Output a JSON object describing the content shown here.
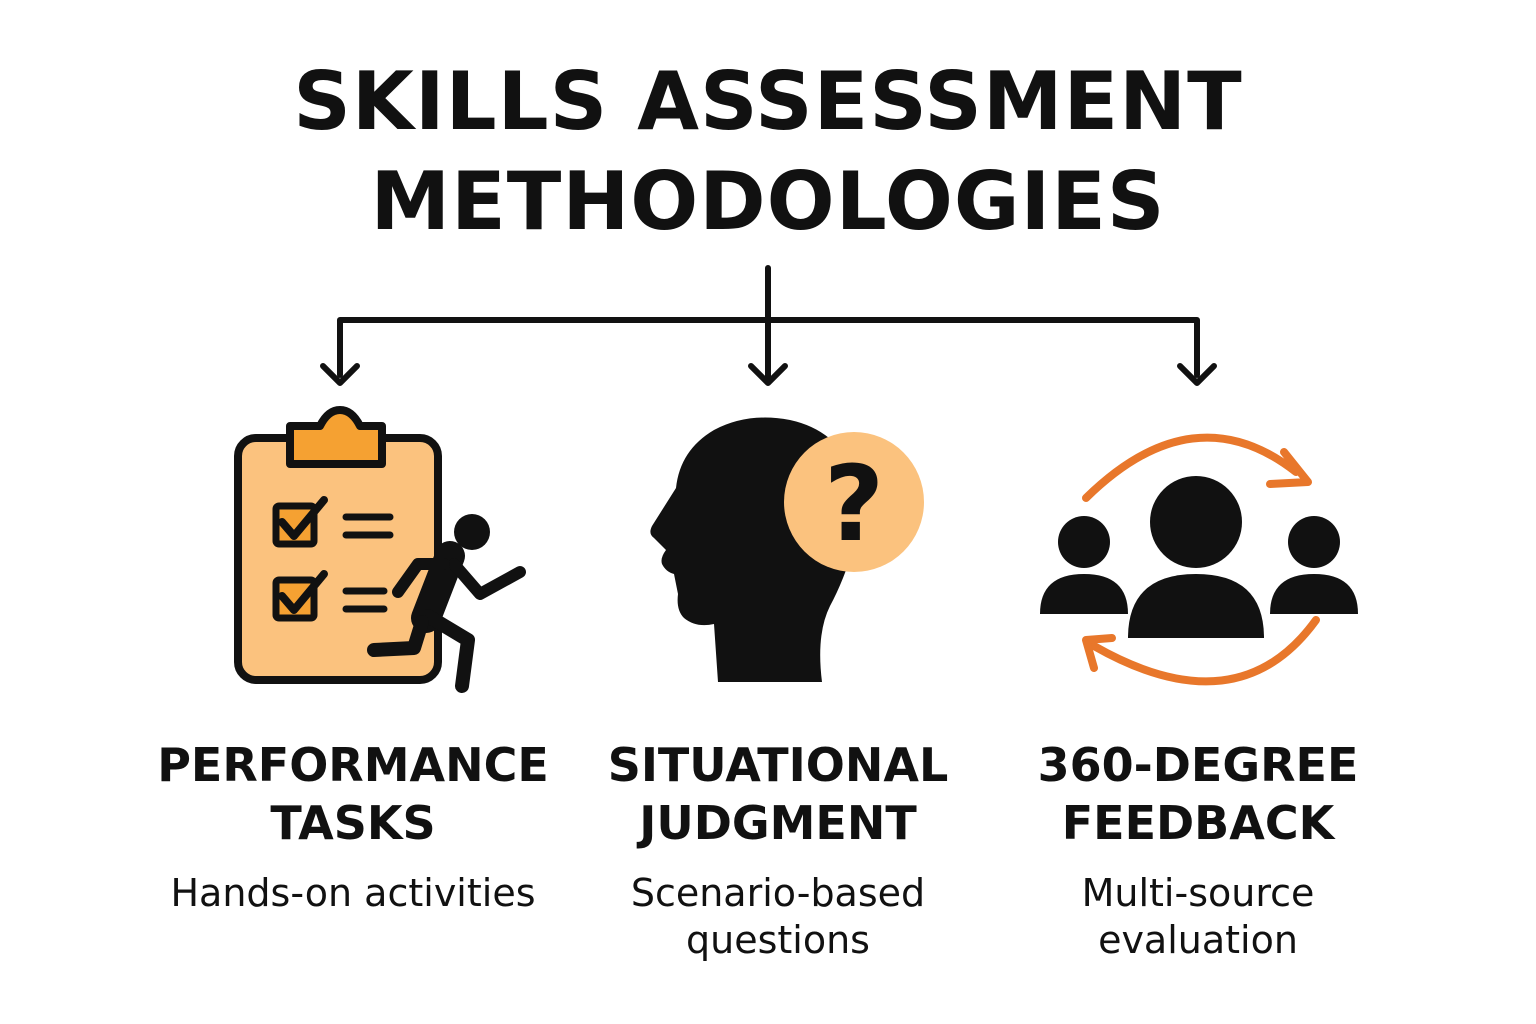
{
  "title": {
    "line1": "SKILLS ASSESSMENT",
    "line2": "METHODOLOGIES"
  },
  "colors": {
    "ink": "#111111",
    "light_orange": "#fbc27e",
    "mid_orange": "#f5a132",
    "accent_orange": "#e8772b",
    "background": "#ffffff"
  },
  "methods": [
    {
      "heading_line1": "PERFORMANCE",
      "heading_line2": "TASKS",
      "desc_line1": "Hands-on activities",
      "desc_line2": "",
      "icon": "clipboard-checklist-runner-icon"
    },
    {
      "heading_line1": "SITUATIONAL",
      "heading_line2": "JUDGMENT",
      "desc_line1": "Scenario-based",
      "desc_line2": "questions",
      "icon": "head-question-mark-icon"
    },
    {
      "heading_line1": "360-DEGREE",
      "heading_line2": "FEEDBACK",
      "desc_line1": "Multi-source",
      "desc_line2": "evaluation",
      "icon": "people-cycle-arrows-icon"
    }
  ]
}
